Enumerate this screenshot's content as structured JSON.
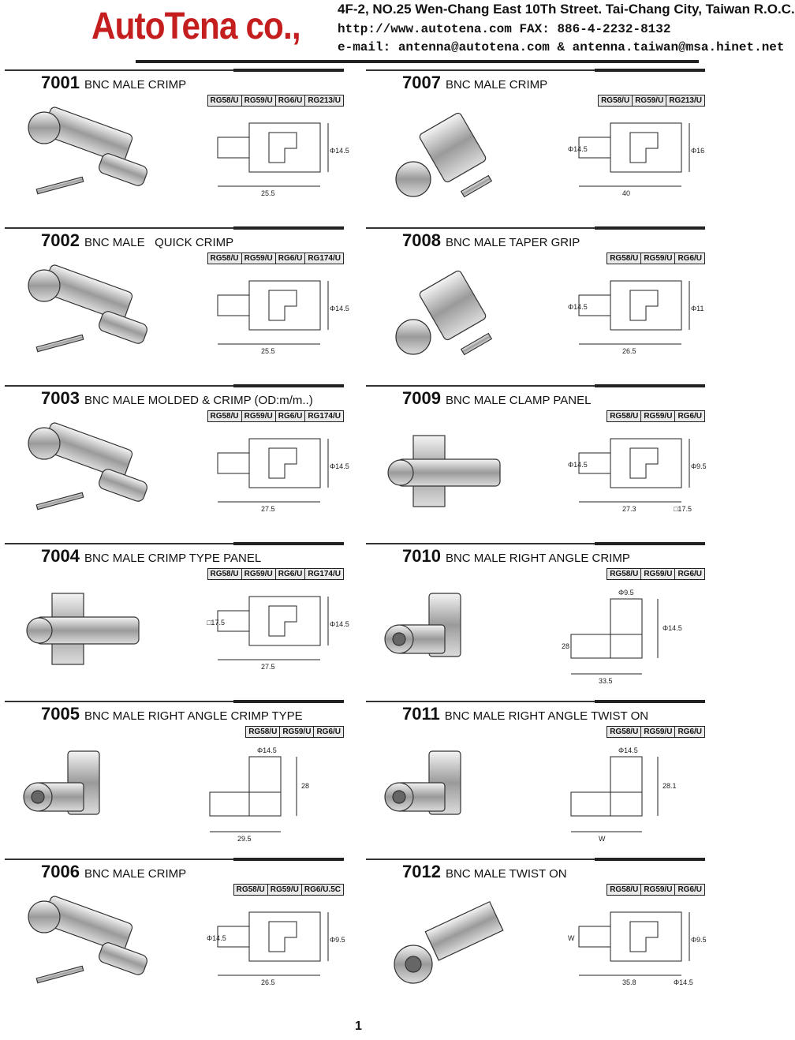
{
  "header": {
    "brand": "AutoTena co.,",
    "address": "4F-2, NO.25 Wen-Chang East 10Th Street. Tai-Chang City, Taiwan R.O.C.",
    "web_fax": "http://www.autotena.com     FAX: 886-4-2232-8132",
    "email": "e-mail: antenna@autotena.com  &  antenna.taiwan@msa.hinet.net"
  },
  "products": [
    {
      "code": "7001",
      "name": "BNC MALE CRIMP",
      "cables": [
        "RG58/U",
        "RG59/U",
        "RG6/U",
        "RG213/U"
      ],
      "dims": [
        "25.5",
        "Φ14.5"
      ],
      "style": "straight-crimp"
    },
    {
      "code": "7007",
      "name": "BNC MALE CRIMP",
      "cables": [
        "RG58/U",
        "RG59/U",
        "RG213/U"
      ],
      "dims": [
        "40",
        "Φ16",
        "Φ14.5"
      ],
      "style": "clamp"
    },
    {
      "code": "7002",
      "name": "BNC MALE   QUICK CRIMP",
      "cables": [
        "RG58/U",
        "RG59/U",
        "RG6/U",
        "RG174/U"
      ],
      "dims": [
        "25.5",
        "Φ14.5"
      ],
      "style": "straight-crimp"
    },
    {
      "code": "7008",
      "name": "BNC MALE TAPER GRIP",
      "cables": [
        "RG58/U",
        "RG59/U",
        "RG6/U"
      ],
      "dims": [
        "26.5",
        "Φ11",
        "Φ14.5"
      ],
      "style": "clamp"
    },
    {
      "code": "7003",
      "name": "BNC MALE MOLDED & CRIMP (OD:m/m..)",
      "cables": [
        "RG58/U",
        "RG59/U",
        "RG6/U",
        "RG174/U"
      ],
      "dims": [
        "27.5",
        "Φ14.5"
      ],
      "style": "straight-crimp"
    },
    {
      "code": "7009",
      "name": "BNC MALE CLAMP PANEL",
      "cables": [
        "RG58/U",
        "RG59/U",
        "RG6/U"
      ],
      "dims": [
        "27.3",
        "Φ9.5",
        "Φ14.5",
        "□17.5"
      ],
      "style": "panel"
    },
    {
      "code": "7004",
      "name": "BNC MALE CRIMP TYPE PANEL",
      "cables": [
        "RG58/U",
        "RG59/U",
        "RG6/U",
        "RG174/U"
      ],
      "dims": [
        "27.5",
        "Φ14.5",
        "□17.5"
      ],
      "style": "panel"
    },
    {
      "code": "7010",
      "name": "BNC MALE RIGHT ANGLE CRIMP",
      "cables": [
        "RG58/U",
        "RG59/U",
        "RG6/U"
      ],
      "dims": [
        "33.5",
        "Φ9.5",
        "Φ14.5",
        "28"
      ],
      "style": "right-angle"
    },
    {
      "code": "7005",
      "name": "BNC MALE RIGHT ANGLE CRIMP TYPE",
      "cables": [
        "RG58/U",
        "RG59/U",
        "RG6/U"
      ],
      "dims": [
        "29.5",
        "Φ14.5",
        "28"
      ],
      "style": "right-angle"
    },
    {
      "code": "7011",
      "name": "BNC MALE RIGHT ANGLE TWIST ON",
      "cables": [
        "RG58/U",
        "RG59/U",
        "RG6/U"
      ],
      "dims": [
        "W",
        "Φ14.5",
        "28.1"
      ],
      "style": "right-angle"
    },
    {
      "code": "7006",
      "name": "BNC MALE CRIMP",
      "cables": [
        "RG58/U",
        "RG59/U",
        "RG6/U.5C"
      ],
      "dims": [
        "26.5",
        "Φ9.5",
        "Φ14.5"
      ],
      "style": "straight-crimp"
    },
    {
      "code": "7012",
      "name": "BNC MALE TWIST ON",
      "cables": [
        "RG58/U",
        "RG59/U",
        "RG6/U"
      ],
      "dims": [
        "35.8",
        "Φ9.5",
        "W",
        "Φ14.5"
      ],
      "style": "twist"
    }
  ],
  "page_number": "1"
}
